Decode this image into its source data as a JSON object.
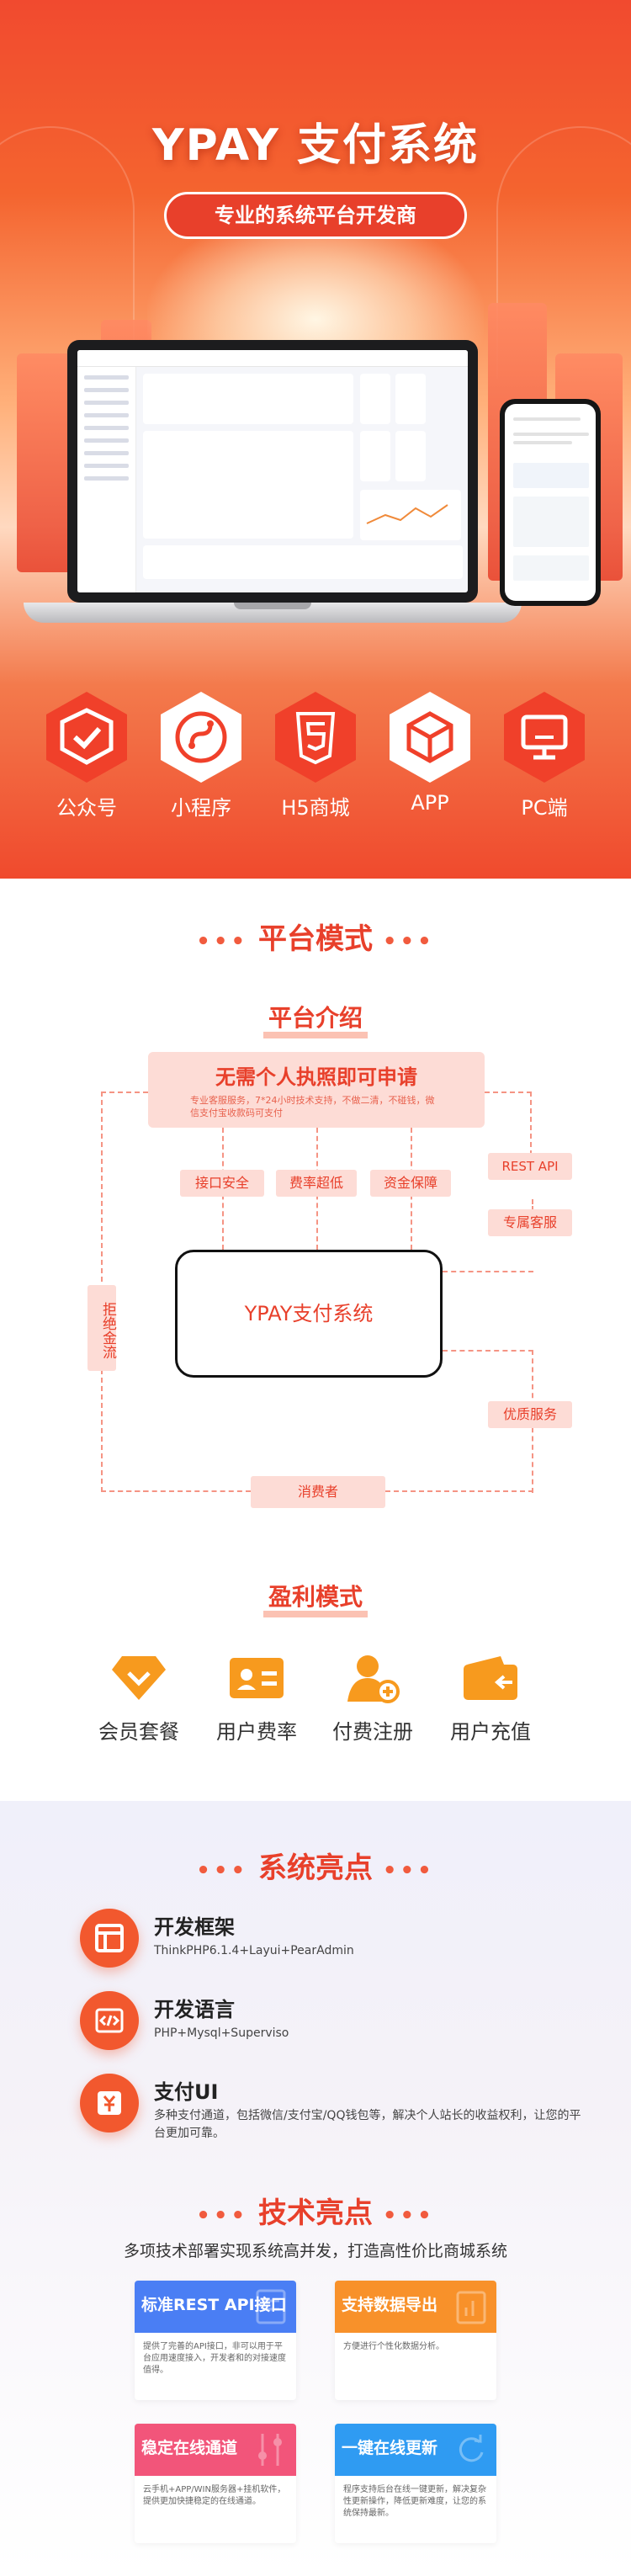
{
  "hero": {
    "title": "YPAY 支付系统",
    "subtitle": "专业的系统平台开发商",
    "platforms": [
      {
        "label": "公众号",
        "icon": "shield-check-icon"
      },
      {
        "label": "小程序",
        "icon": "mini-program-icon"
      },
      {
        "label": "H5商城",
        "icon": "html5-icon"
      },
      {
        "label": "APP",
        "icon": "cube-icon"
      },
      {
        "label": "PC端",
        "icon": "monitor-icon"
      }
    ]
  },
  "platform_mode": {
    "title": "平台模式",
    "intro_title": "平台介绍",
    "banner_title": "无需个人执照即可申请",
    "banner_desc": "专业客服服务，7*24小时技术支持，不做二清，不碰钱，微信支付宝收款码可支付",
    "tags": [
      "接口安全",
      "费率超低",
      "资金保障",
      "REST API",
      "专属客服",
      "优质服务"
    ],
    "left_tag": "拒绝金流",
    "center_label": "YPAY支付系统",
    "consumer_label": "消费者"
  },
  "profit_mode": {
    "title": "盈利模式",
    "items": [
      {
        "label": "会员套餐",
        "icon": "diamond-icon"
      },
      {
        "label": "用户费率",
        "icon": "id-card-icon"
      },
      {
        "label": "付费注册",
        "icon": "user-add-icon"
      },
      {
        "label": "用户充值",
        "icon": "wallet-icon"
      }
    ]
  },
  "highlights": {
    "title": "系统亮点",
    "items": [
      {
        "title": "开发框架",
        "desc": "ThinkPHP6.1.4+Layui+PearAdmin",
        "icon": "layout-icon"
      },
      {
        "title": "开发语言",
        "desc": "PHP+Mysql+Superviso",
        "icon": "code-icon"
      },
      {
        "title": "支付UI",
        "desc": "多种支付通道，包括微信/支付宝/QQ钱包等，解决个人站长的收益权利，让您的平台更加可靠。",
        "icon": "yuan-icon"
      }
    ]
  },
  "tech": {
    "title": "技术亮点",
    "desc": "多项技术部署实现系统高并发，打造高性价比商城系统",
    "cards": [
      {
        "title": "标准REST API接口",
        "desc": "提供了完善的API接口，非可以用于平台应用速度接入，开发者和的对接速度值得。",
        "color": "#4a7ef4"
      },
      {
        "title": "支持数据导出",
        "desc": "方便进行个性化数据分析。",
        "color": "#f8912a"
      },
      {
        "title": "稳定在线通道",
        "desc": "云手机+APP/WIN服务器+挂机软件，提供更加快捷稳定的在线通道。",
        "color": "#f2557a"
      },
      {
        "title": "一键在线更新",
        "desc": "程序支持后台在线一键更新，解决复杂性更新操作，降低更新难度，让您的系统保持最新。",
        "color": "#2f9bf2"
      }
    ]
  },
  "colors": {
    "brand": "#e8402b",
    "accent": "#f2582e"
  }
}
